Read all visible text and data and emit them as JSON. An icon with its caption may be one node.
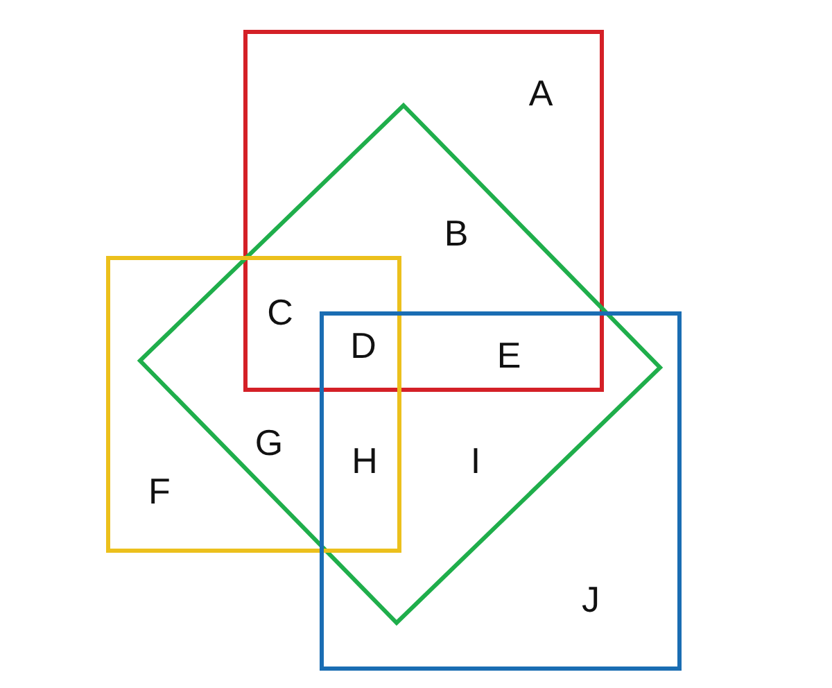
{
  "diagram": {
    "nodes": [
      {
        "text": [],
        "shape": "box"
      },
      {
        "text": [],
        "shape": "diamond"
      },
      {
        "text": [],
        "shape": "box"
      },
      {
        "text": [],
        "shape": "box"
      }
    ],
    "labels": [
      "A",
      "B",
      "C",
      "D",
      "E",
      "F",
      "G",
      "H",
      "I",
      "J"
    ]
  }
}
